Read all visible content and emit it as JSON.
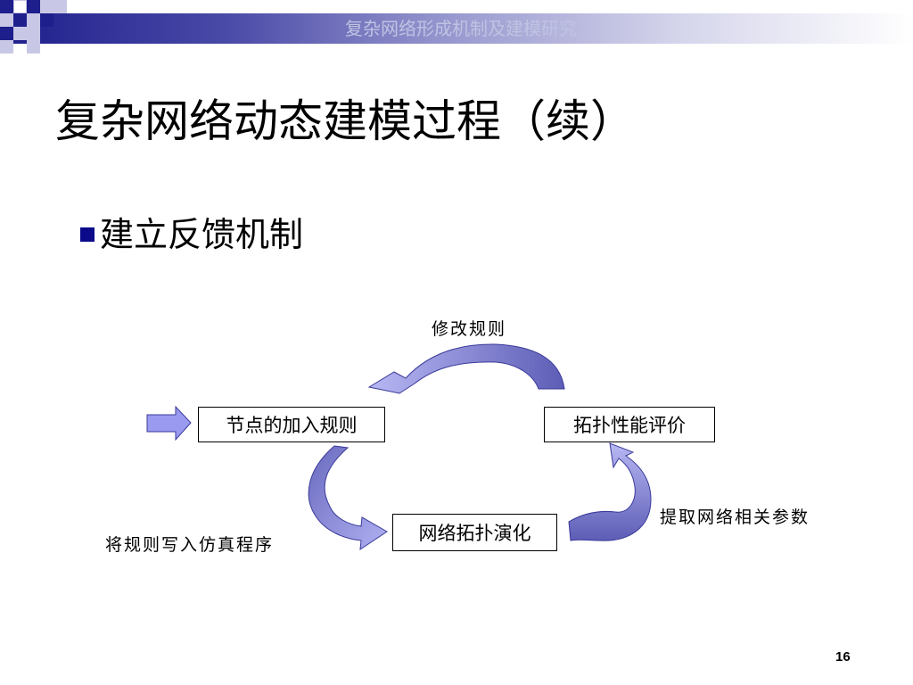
{
  "header": {
    "title": "复杂网络形成机制及建模研究"
  },
  "slide": {
    "title": "复杂网络动态建模过程（续）",
    "bullet": "建立反馈机制",
    "page_number": "16"
  },
  "diagram": {
    "boxes": {
      "node_rules": "节点的加入规则",
      "topology_eval": "拓扑性能评价",
      "network_evolution": "网络拓扑演化"
    },
    "labels": {
      "modify_rules": "修改规则",
      "extract_params": "提取网络相关参数",
      "write_rules": "将规则写入仿真程序"
    }
  },
  "colors": {
    "brand_dark": "#1e1e8c",
    "arrow_fill": "#9999ee",
    "arrow_dark": "#5f5fb8",
    "bullet": "#0a0a8a"
  }
}
